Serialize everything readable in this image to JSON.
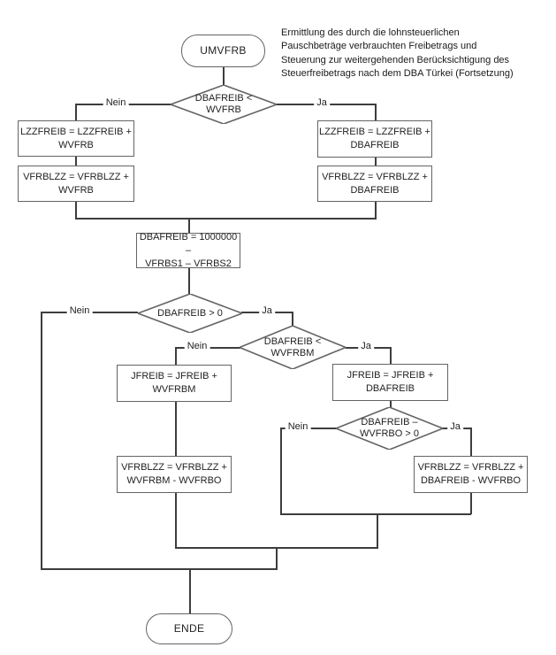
{
  "note": {
    "text": "Ermittlung des durch die lohnsteuerlichen\nPauschbeträge verbrauchten Freibetrags und\nSteuerung zur weitergehenden Berücksichtigung des\nSteuerfreibetrags nach dem DBA Türkei (Fortsetzung)"
  },
  "nodes": {
    "start": {
      "label": "UMVFRB"
    },
    "d1": {
      "label": "DBAFREIB <\nWVFRB"
    },
    "box_left1": {
      "label": "LZZFREIB = LZZFREIB +\nWVFRB"
    },
    "box_left2": {
      "label": "VFRBLZZ = VFRBLZZ +\nWVFRB"
    },
    "box_right1": {
      "label": "LZZFREIB = LZZFREIB +\nDBAFREIB"
    },
    "box_right2": {
      "label": "VFRBLZZ = VFRBLZZ +\nDBAFREIB"
    },
    "box_calc": {
      "label": "DBAFREIB = 1000000 –\nVFRBS1 – VFRBS2"
    },
    "d2": {
      "label": "DBAFREIB > 0"
    },
    "d3": {
      "label": "DBAFREIB <\nWVFRBM"
    },
    "box_jfreib_left": {
      "label": "JFREIB = JFREIB +\nWVFRBM"
    },
    "box_jfreib_right": {
      "label": "JFREIB = JFREIB +\nDBAFREIB"
    },
    "d4": {
      "label": "DBAFREIB –\nWVFRBO > 0"
    },
    "box_vfrblzz_left": {
      "label": "VFRBLZZ = VFRBLZZ +\nWVFRBM - WVFRBO"
    },
    "box_vfrblzz_right": {
      "label": "VFRBLZZ = VFRBLZZ +\nDBAFREIB - WVFRBO"
    },
    "ende": {
      "label": "ENDE"
    }
  },
  "edges": {
    "d1_nein": "Nein",
    "d1_ja": "Ja",
    "d2_nein": "Nein",
    "d2_ja": "Ja",
    "d3_nein": "Nein",
    "d3_ja": "Ja",
    "d4_nein": "Nein",
    "d4_ja": "Ja"
  },
  "colors": {
    "line": "#3d3d3d",
    "node_border": "#646464",
    "text": "#1f1f1f",
    "background": "#ffffff"
  }
}
